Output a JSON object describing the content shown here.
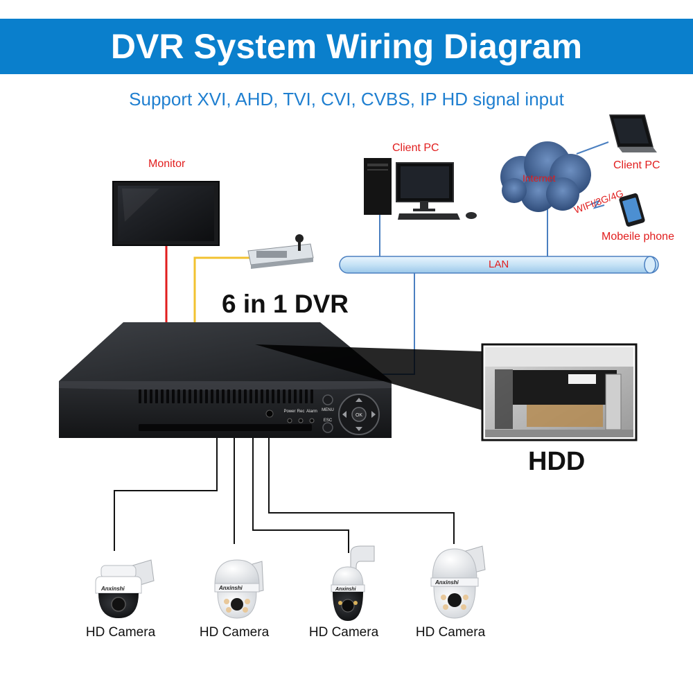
{
  "header": {
    "title": "DVR System Wiring Diagram"
  },
  "subtitle": "Support XVI, AHD, TVI, CVI, CVBS, IP HD signal input",
  "devices": {
    "monitor": "Monitor",
    "client_pc_left": "Client PC",
    "client_pc_right": "Client PC",
    "internet": "Internet",
    "wireless": "WIFI/3G/4G",
    "mobile_phone": "Mobeile phone",
    "lan": "LAN",
    "dvr": "6 in 1 DVR",
    "hdd": "HDD"
  },
  "dvr_panel": {
    "power": "Power",
    "rec": "Rec",
    "alarm": "Alarm",
    "menu": "MENU",
    "esc": "ESC",
    "ok": "OK"
  },
  "cameras": [
    {
      "label": "HD Camera",
      "brand": "Anxinshi"
    },
    {
      "label": "HD Camera",
      "brand": "Anxinshi"
    },
    {
      "label": "HD Camera",
      "brand": "Anxinshi"
    },
    {
      "label": "HD Camera",
      "brand": "Anxinshi"
    }
  ],
  "colors": {
    "banner": "#0a7fcc",
    "subtitle": "#1f7fd0",
    "device_label": "#e11d1d",
    "video_cable": "#e11d1d",
    "control_cable": "#f2c230",
    "network_cable": "#4a7fc0",
    "lan_bar": "#cfe6f7"
  }
}
